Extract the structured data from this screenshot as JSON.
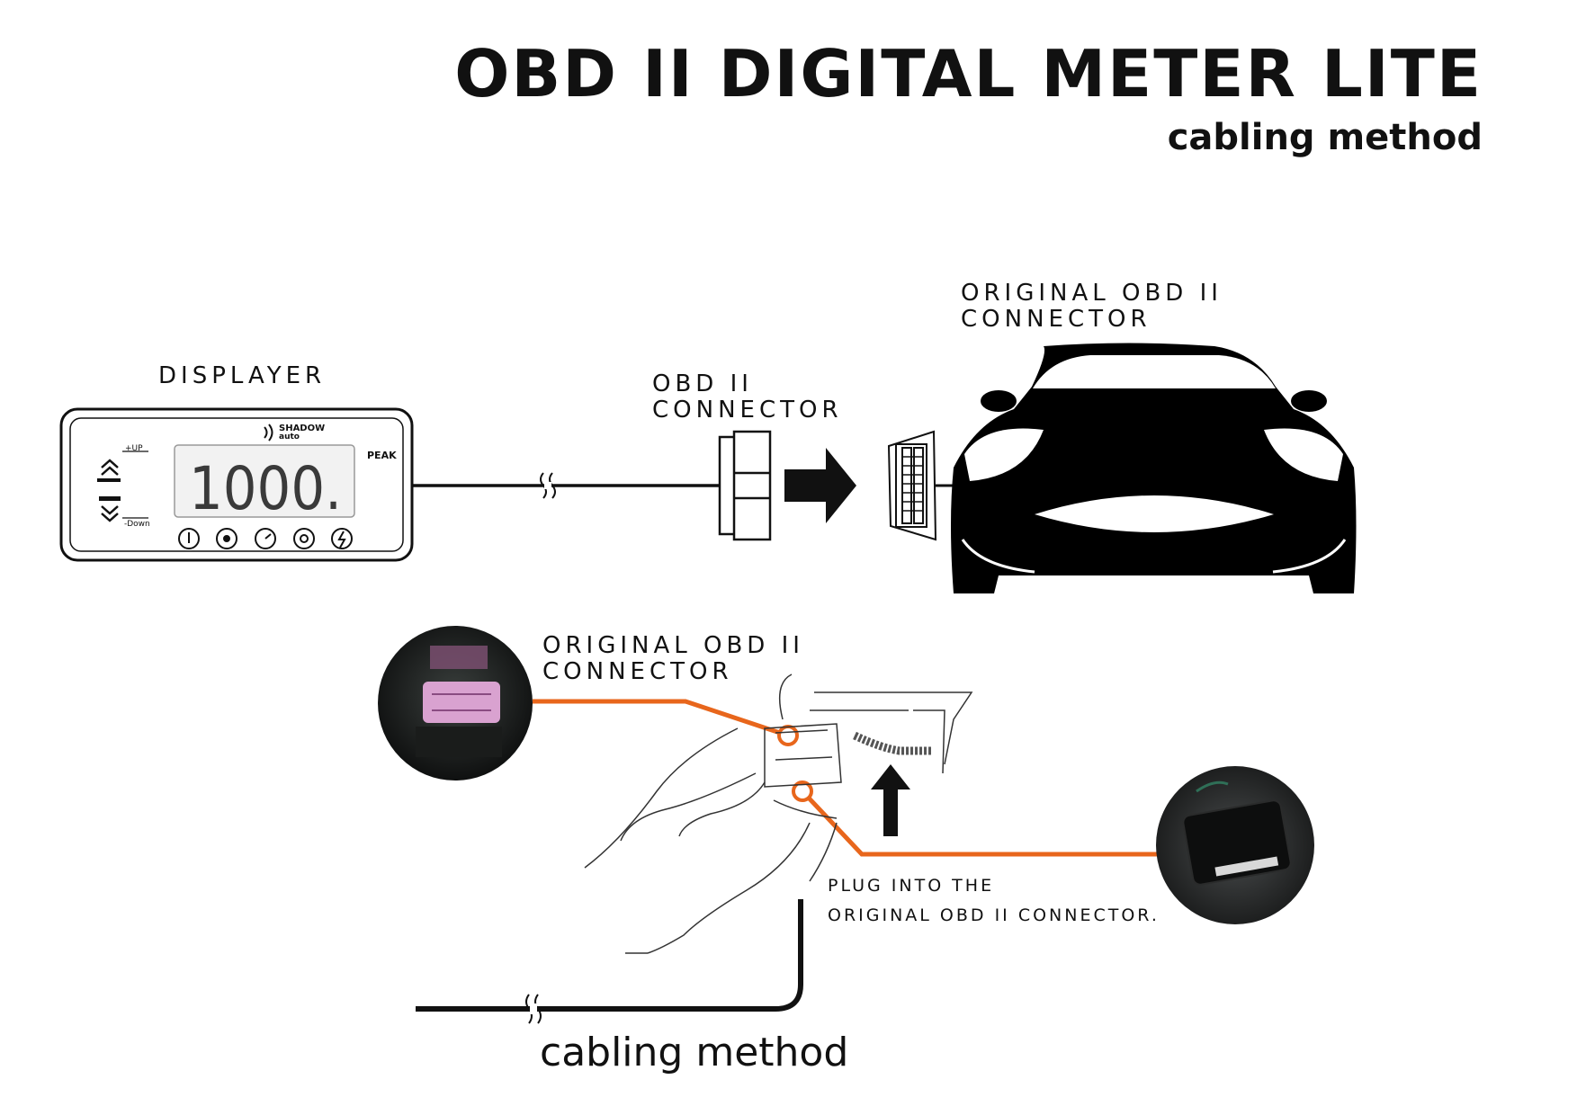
{
  "header": {
    "title": "OBD II DIGITAL METER LITE",
    "subtitle": "cabling method",
    "accent_color": "#e8661c"
  },
  "diagram": {
    "displayer_label": "DISPLAYER",
    "obd_connector_label": [
      "OBD II",
      "CONNECTOR"
    ],
    "original_connector_label": [
      "ORIGINAL OBD II",
      "CONNECTOR"
    ],
    "original_connector_label_2": [
      "ORIGINAL OBD II",
      "CONNECTOR"
    ],
    "plug_instruction": [
      "PLUG INTO THE",
      "ORIGINAL OBD II CONNECTOR."
    ],
    "footer_label": "cabling method"
  },
  "device": {
    "brand": [
      "SHADOW",
      "auto"
    ],
    "peak_label": "PEAK",
    "display_value": "1000.",
    "up_label": "+UP",
    "down_label": "-Down",
    "icons": [
      "coolant-temp-icon",
      "rpm-icon",
      "speed-icon",
      "fuel-icon",
      "voltage-icon"
    ]
  }
}
